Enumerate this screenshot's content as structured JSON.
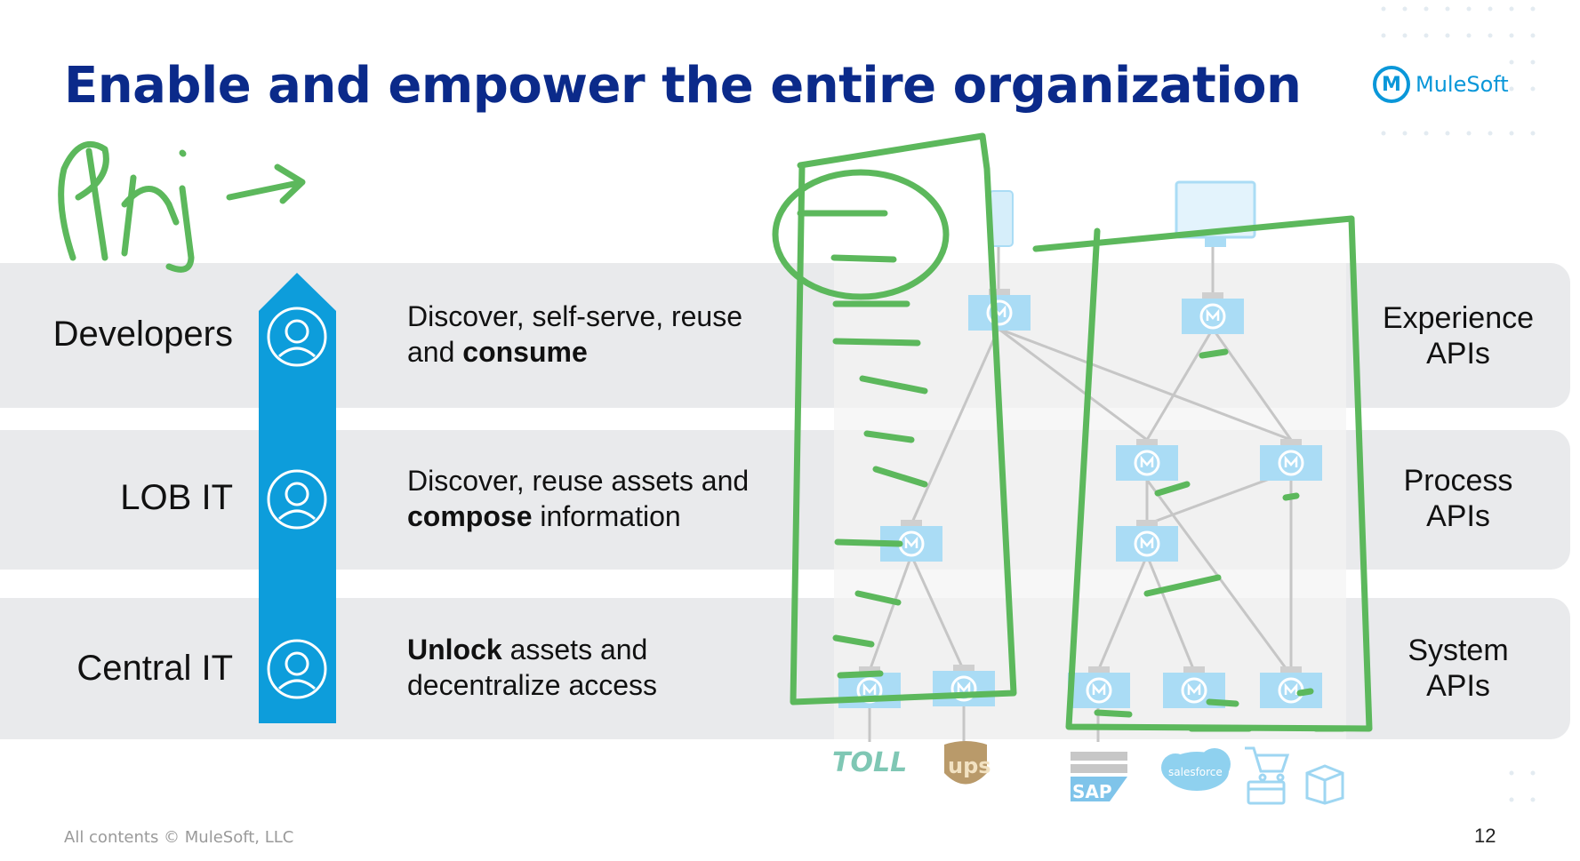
{
  "slide": {
    "title": "Enable and empower the entire organization",
    "logo_text": "MuleSoft",
    "logo_mark": "M",
    "footer": "All contents © MuleSoft, LLC",
    "page_number": "12"
  },
  "rows": [
    {
      "label": "Developers",
      "desc_line1": "Discover, self-serve, reuse",
      "desc_line2_pre": "and ",
      "desc_line2_bold": "consume",
      "desc_line2_post": ""
    },
    {
      "label": "LOB IT",
      "desc_line1": "Discover, reuse assets and",
      "desc_line2_pre": "",
      "desc_line2_bold": "compose",
      "desc_line2_post": " information"
    },
    {
      "label": "Central IT",
      "desc_line1_bold": "Unlock",
      "desc_line1_post": " assets and",
      "desc_line2": "decentralize access"
    }
  ],
  "api_layers": [
    {
      "line1": "Experience",
      "line2": "APIs"
    },
    {
      "line1": "Process",
      "line2": "APIs"
    },
    {
      "line1": "System",
      "line2": "APIs"
    }
  ],
  "systems": [
    "TOLL",
    "ups",
    "SAP",
    "salesforce"
  ],
  "colors": {
    "title": "#0b2a8a",
    "accent": "#0a97d9",
    "band": "#e9eaec",
    "node": "#aadcf5",
    "annotation": "#5cb85c"
  },
  "icons": [
    "person-icon",
    "mulesoft-node-icon",
    "phone-icon",
    "monitor-icon",
    "cart-icon",
    "card-icon",
    "box-icon"
  ]
}
